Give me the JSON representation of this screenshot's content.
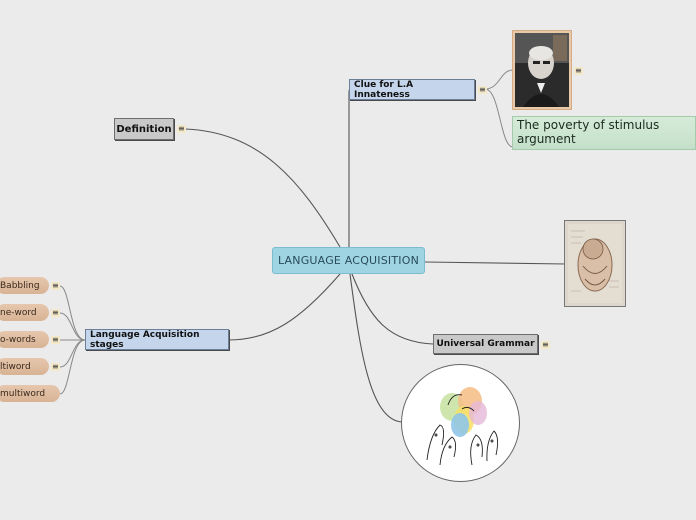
{
  "map": {
    "central": "LANGUAGE ACQUISITION",
    "definition": "Definition",
    "clue": "Clue for L.A Innateness",
    "poverty": "The poverty of stimulus argument",
    "universal_grammar": "Universal Grammar",
    "stages_title": "Language Acquisition stages",
    "stages": [
      "Babbling",
      "ne-word",
      "o-words",
      "ltiword",
      "multiword"
    ]
  },
  "icons": {
    "note": "≡"
  },
  "colors": {
    "central_fill": "#9fd4e2",
    "topic_blue": "#c5d6ec",
    "topic_grey": "#c9c9c9",
    "note_green": "#c4e0c9",
    "stage_fill": "#dcb99b",
    "background": "#ebebeb"
  }
}
